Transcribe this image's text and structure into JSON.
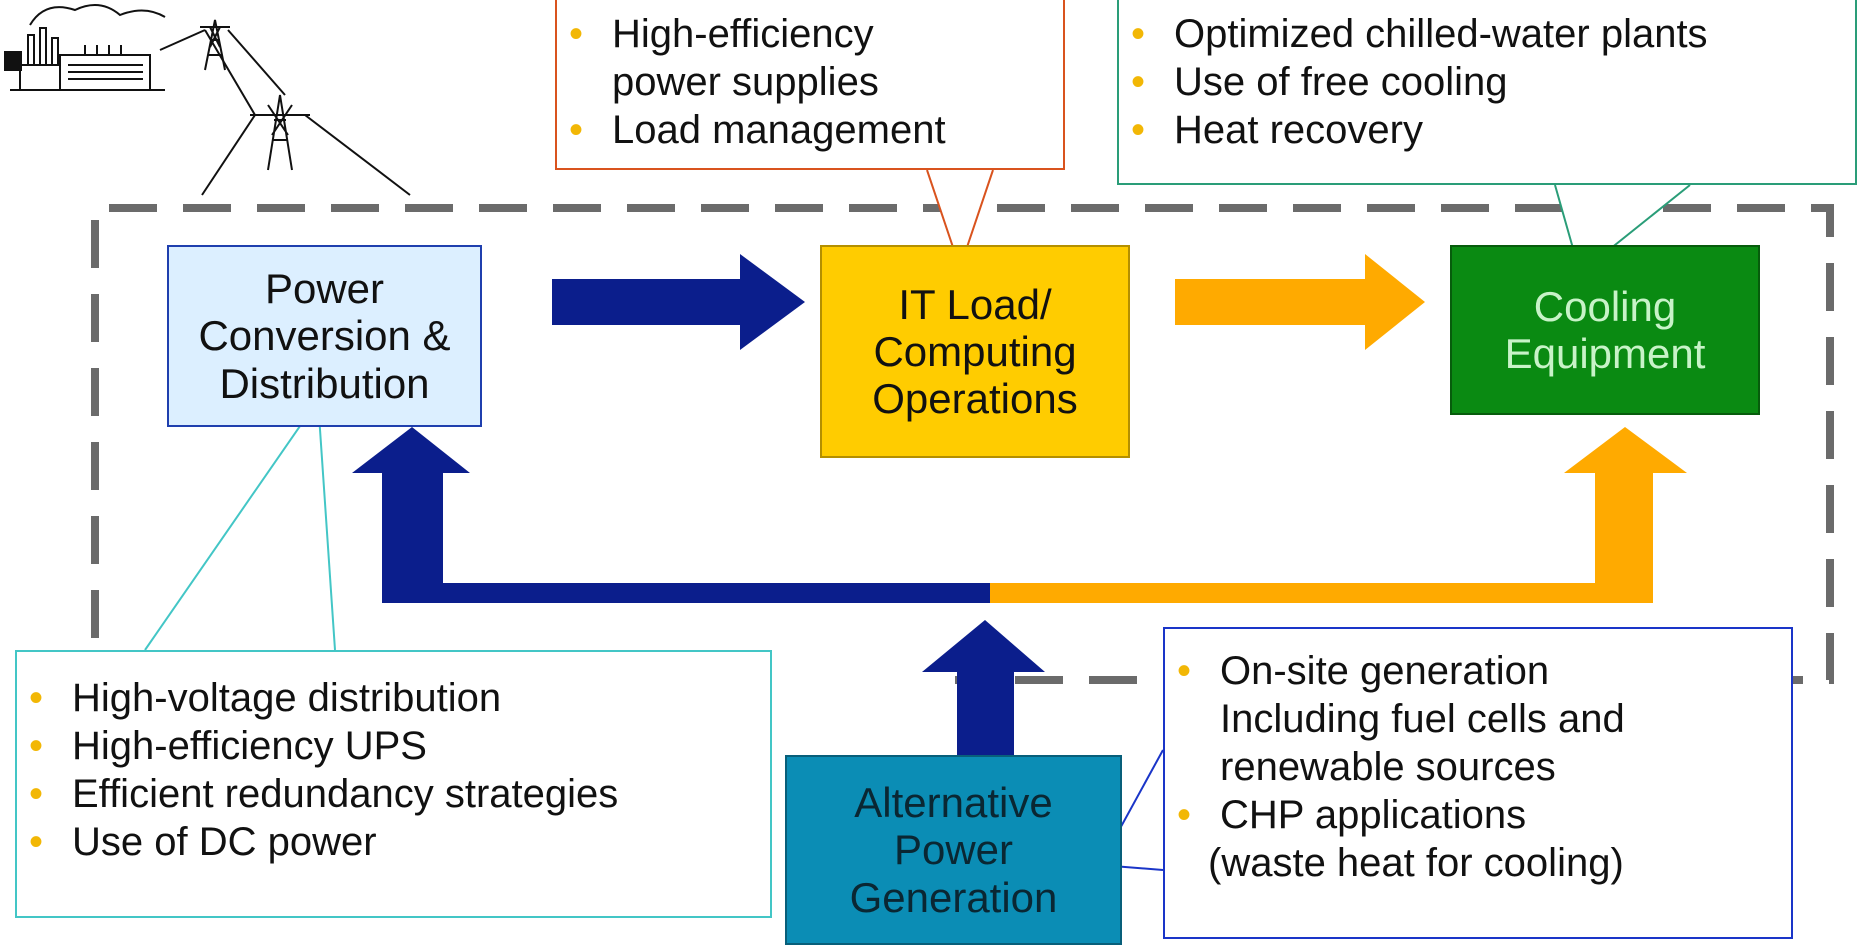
{
  "colors": {
    "power_box_fill": "#dcefff",
    "power_box_border": "#1f3fae",
    "it_box_fill": "#ffcc00",
    "cooling_box_fill": "#0a8a12",
    "cooling_text": "#c8f3c8",
    "altgen_box_fill": "#0b8db5",
    "navy_arrow": "#0b1e8c",
    "orange_arrow": "#ffaa00",
    "dashed_border": "#6b6b6b",
    "bullet": "#f2b705",
    "callout_orange_border": "#d9531e",
    "callout_green_border": "#2a9d78",
    "callout_teal_border": "#43c6c6",
    "callout_blue_border": "#1a35c8"
  },
  "icons": {
    "power_plant": "power-plant-icon",
    "transmission_towers": "transmission-tower-icon"
  },
  "boxes": {
    "power_conversion": [
      "Power",
      "Conversion &",
      "Distribution"
    ],
    "it_load": [
      "IT Load/",
      "Computing",
      "Operations"
    ],
    "cooling": [
      "Cooling",
      "Equipment"
    ],
    "alternative_power": [
      "Alternative",
      "Power",
      "Generation"
    ]
  },
  "callouts": {
    "it_load": [
      [
        "High-efficiency",
        "power supplies"
      ],
      [
        "Load management"
      ]
    ],
    "cooling": [
      [
        "Optimized chilled-water plants"
      ],
      [
        "Use of free cooling"
      ],
      [
        "Heat recovery"
      ]
    ],
    "power": [
      [
        "High-voltage distribution"
      ],
      [
        "High-efficiency UPS"
      ],
      [
        "Efficient redundancy strategies"
      ],
      [
        "Use of DC power"
      ]
    ],
    "generation": [
      [
        "On-site generation",
        "Including fuel cells and",
        "renewable sources"
      ],
      [
        "CHP applications",
        "(waste heat for cooling)"
      ]
    ]
  }
}
